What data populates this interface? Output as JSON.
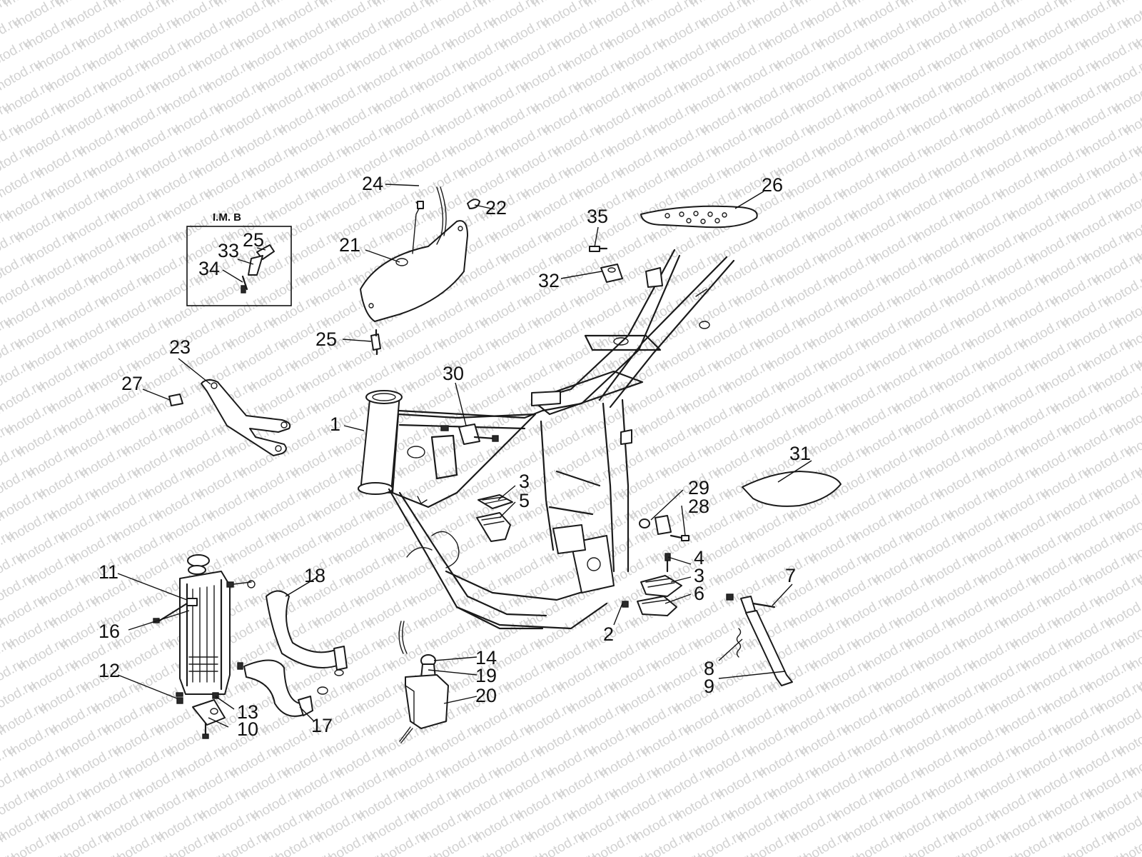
{
  "watermark": {
    "text": "motod.ru"
  },
  "inset": {
    "title": "I.M. B"
  },
  "callouts": [
    {
      "id": "1",
      "label": "1"
    },
    {
      "id": "2",
      "label": "2"
    },
    {
      "id": "3a",
      "label": "3"
    },
    {
      "id": "3b",
      "label": "3"
    },
    {
      "id": "4",
      "label": "4"
    },
    {
      "id": "5",
      "label": "5"
    },
    {
      "id": "6",
      "label": "6"
    },
    {
      "id": "7",
      "label": "7"
    },
    {
      "id": "8",
      "label": "8"
    },
    {
      "id": "9",
      "label": "9"
    },
    {
      "id": "10",
      "label": "10"
    },
    {
      "id": "11",
      "label": "11"
    },
    {
      "id": "12",
      "label": "12"
    },
    {
      "id": "13",
      "label": "13"
    },
    {
      "id": "14",
      "label": "14"
    },
    {
      "id": "16",
      "label": "16"
    },
    {
      "id": "17",
      "label": "17"
    },
    {
      "id": "18",
      "label": "18"
    },
    {
      "id": "19",
      "label": "19"
    },
    {
      "id": "20",
      "label": "20"
    },
    {
      "id": "21",
      "label": "21"
    },
    {
      "id": "22",
      "label": "22"
    },
    {
      "id": "23",
      "label": "23"
    },
    {
      "id": "24",
      "label": "24"
    },
    {
      "id": "25a",
      "label": "25"
    },
    {
      "id": "25b",
      "label": "25"
    },
    {
      "id": "26",
      "label": "26"
    },
    {
      "id": "27",
      "label": "27"
    },
    {
      "id": "28",
      "label": "28"
    },
    {
      "id": "29",
      "label": "29"
    },
    {
      "id": "30",
      "label": "30"
    },
    {
      "id": "31",
      "label": "31"
    },
    {
      "id": "32",
      "label": "32"
    },
    {
      "id": "33",
      "label": "33"
    },
    {
      "id": "34",
      "label": "34"
    },
    {
      "id": "35",
      "label": "35"
    }
  ]
}
